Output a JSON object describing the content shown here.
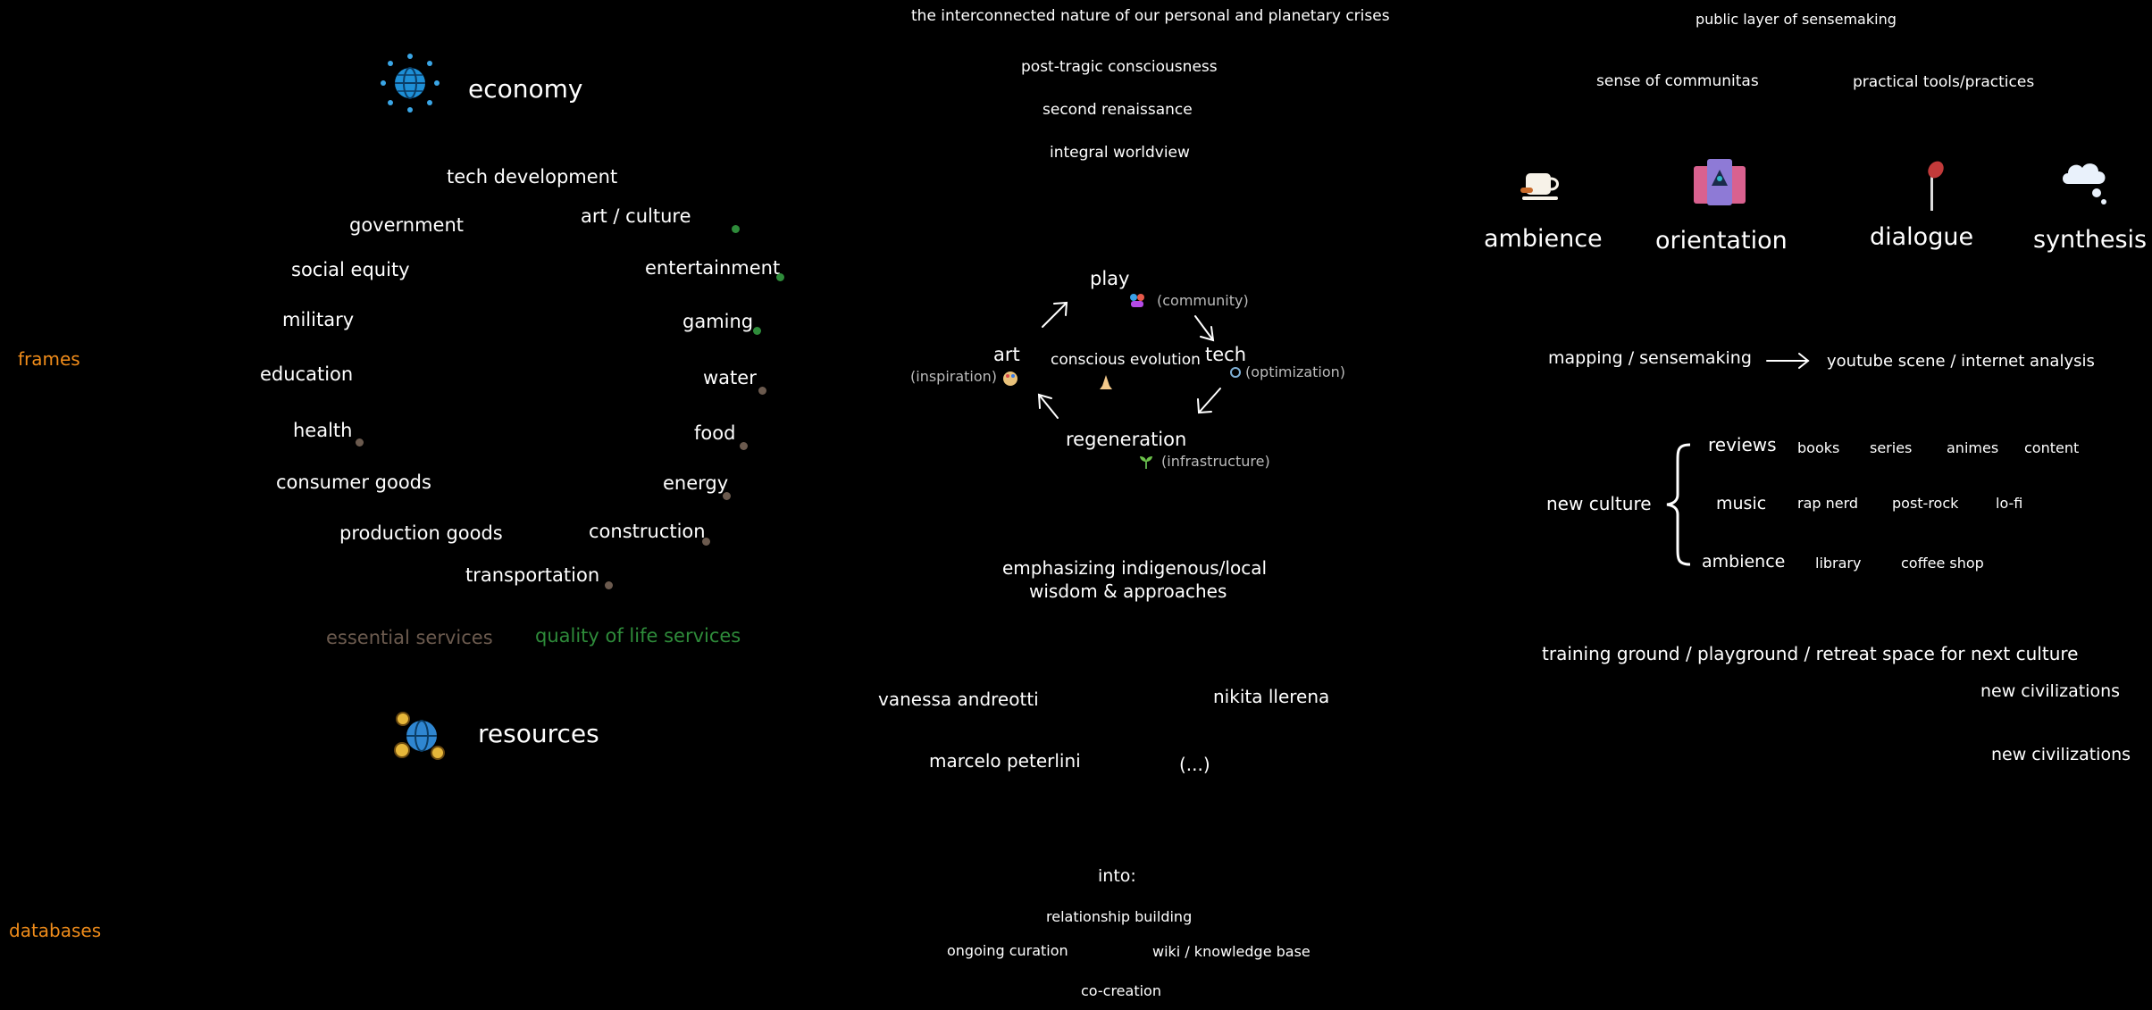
{
  "left_labels": {
    "frames": "frames",
    "databases": "databases"
  },
  "economy": {
    "title": "economy",
    "resources_title": "resources",
    "items": {
      "tech_development": "tech development",
      "government": "government",
      "art_culture": "art   /  culture",
      "social_equity": "social equity",
      "entertainment": "entertainment",
      "military": "military",
      "gaming": "gaming",
      "education": "education",
      "water": "water",
      "health": "health",
      "food": "food",
      "consumer_goods": "consumer goods",
      "energy": "energy",
      "production_goods": "production goods",
      "construction": "construction",
      "transportation": "transportation"
    },
    "legend": {
      "essential": "essential services",
      "quality": "quality of life services"
    },
    "colors": {
      "essential": "#6b5a4e",
      "quality": "#2e8b3a"
    }
  },
  "center": {
    "top": [
      "the interconnected nature of our personal and planetary crises",
      "post-tragic consciousness",
      "second renaissance",
      "integral worldview"
    ],
    "cycle": {
      "center": "conscious evolution",
      "play": "play",
      "play_sub": "(community)",
      "tech": "tech",
      "tech_sub": "(optimization)",
      "regeneration": "regeneration",
      "regeneration_sub": "(infrastructure)",
      "art": "art",
      "art_sub": "(inspiration)"
    },
    "emphasizing": [
      "emphasizing indigenous/local",
      "wisdom & approaches"
    ],
    "people": {
      "vanessa": "vanessa andreotti",
      "nikita": "nikita llerena",
      "marcelo": "marcelo peterlini",
      "more": "(...)"
    },
    "into": {
      "label": "into:",
      "relationship": "relationship building",
      "curation": "ongoing curation",
      "wiki": "wiki / knowledge base",
      "cocreation": "co-creation"
    }
  },
  "right": {
    "public_layer": "public layer of sensemaking",
    "communitas": "sense of communitas",
    "tools": "practical tools/practices",
    "pillars": {
      "ambience": "ambience",
      "orientation": "orientation",
      "dialogue": "dialogue",
      "synthesis": "synthesis"
    },
    "mapping": "mapping  /  sensemaking",
    "youtube": "youtube scene  /  internet analysis",
    "new_culture": "new culture",
    "reviews": "reviews",
    "reviews_items": [
      "books",
      "series",
      "animes",
      "content"
    ],
    "music": "music",
    "music_items": [
      "rap nerd",
      "post-rock",
      "lo-fi"
    ],
    "ambience_row": "ambience",
    "ambience_items": [
      "library",
      "coffee shop"
    ],
    "training": "training ground / playground / retreat space for next culture",
    "new_civ_1": "new civilizations",
    "new_civ_2": "new civilizations"
  }
}
